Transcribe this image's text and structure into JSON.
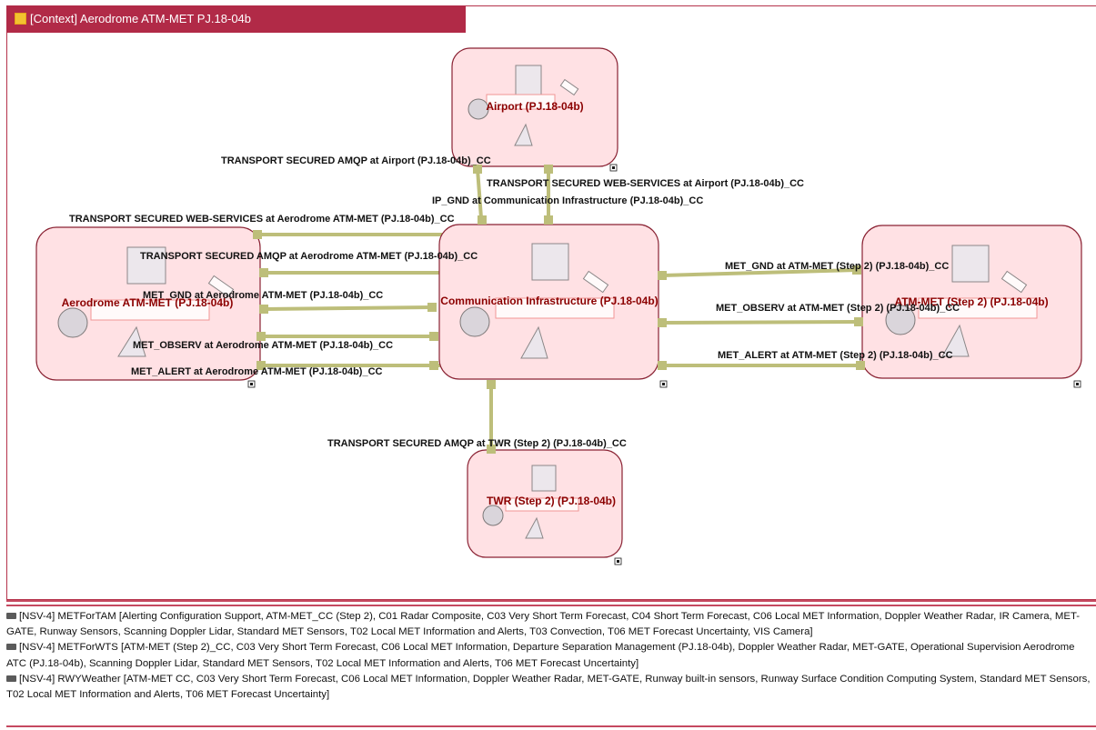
{
  "window": {
    "title": "[Context] Aerodrome ATM-MET PJ.18-04b"
  },
  "nodes": {
    "airport": {
      "label": "Airport (PJ.18-04b)"
    },
    "aerodrome": {
      "label": "Aerodrome ATM-MET (PJ.18-04b)"
    },
    "comm": {
      "label": "Communication Infrastructure (PJ.18-04b)"
    },
    "atm_met": {
      "label": "ATM-MET (Step 2) (PJ.18-04b)"
    },
    "twr": {
      "label": "TWR (Step 2) (PJ.18-04b)"
    }
  },
  "links": {
    "airport_amqp": "TRANSPORT SECURED AMQP at Airport (PJ.18-04b)_CC",
    "airport_ws": "TRANSPORT SECURED WEB-SERVICES at Airport (PJ.18-04b)_CC",
    "ip_gnd": "IP_GND at Communication Infrastructure (PJ.18-04b)_CC",
    "aero_ws": "TRANSPORT SECURED WEB-SERVICES at Aerodrome ATM-MET (PJ.18-04b)_CC",
    "aero_amqp": "TRANSPORT SECURED AMQP at Aerodrome ATM-MET (PJ.18-04b)_CC",
    "aero_gnd": "MET_GND at Aerodrome ATM-MET (PJ.18-04b)_CC",
    "aero_observ": "MET_OBSERV at Aerodrome ATM-MET (PJ.18-04b)_CC",
    "aero_alert": "MET_ALERT at Aerodrome ATM-MET (PJ.18-04b)_CC",
    "atm_gnd": "MET_GND at ATM-MET (Step 2) (PJ.18-04b)_CC",
    "atm_observ": "MET_OBSERV at ATM-MET (Step 2) (PJ.18-04b)_CC",
    "atm_alert": "MET_ALERT at ATM-MET (Step 2) (PJ.18-04b)_CC",
    "twr_amqp": "TRANSPORT SECURED AMQP at TWR (Step 2) (PJ.18-04b)_CC"
  },
  "legend": {
    "entries": [
      {
        "text": "[NSV-4] METForTAM  [Alerting Configuration Support, ATM-MET_CC (Step 2), C01 Radar Composite, C03 Very Short Term Forecast, C04 Short Term Forecast, C06 Local MET Information, Doppler Weather Radar, IR Camera, MET-GATE, Runway Sensors, Scanning Doppler Lidar, Standard MET Sensors, T02 Local MET Information and Alerts, T03 Convection, T06 MET Forecast Uncertainty, VIS Camera]"
      },
      {
        "text": "[NSV-4] METForWTS  [ATM-MET (Step 2)_CC, C03 Very Short Term Forecast, C06 Local MET Information, Departure Separation Management (PJ.18-04b), Doppler Weather Radar, MET-GATE, Operational Supervision Aerodrome ATC (PJ.18-04b), Scanning Doppler Lidar, Standard MET Sensors, T02 Local MET Information and Alerts, T06 MET Forecast Uncertainty]"
      },
      {
        "text": "[NSV-4] RWYWeather  [ATM-MET CC, C03 Very Short Term Forecast, C06 Local MET Information, Doppler Weather Radar, MET-GATE, Runway built-in sensors, Runway Surface Condition Computing System, Standard MET Sensors, T02 Local MET Information and Alerts, T06 MET Forecast Uncertainty]"
      }
    ]
  },
  "colors": {
    "frame": "#b12a47",
    "node_fill": "#ffe1e4",
    "node_label": "#8b0000",
    "connector": "#bdbe7a"
  }
}
